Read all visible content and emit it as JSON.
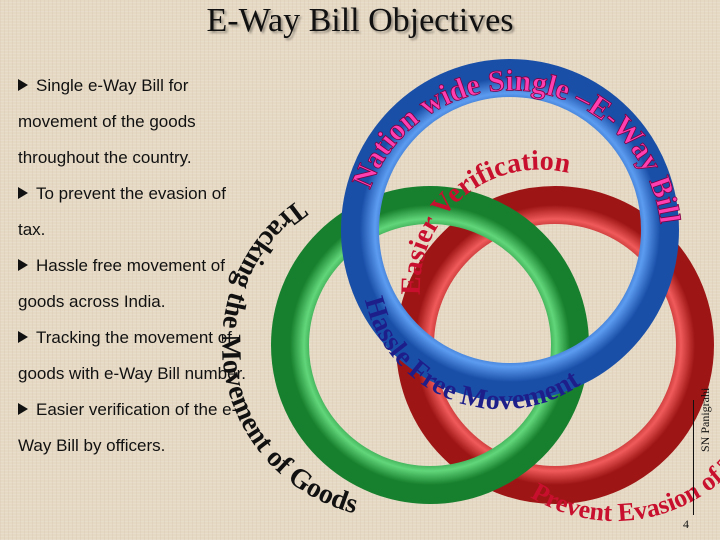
{
  "slide": {
    "title": "E-Way Bill Objectives",
    "page_number": "4",
    "credit": "SN Panigrahi"
  },
  "bullets": [
    [
      "Single e-Way Bill for",
      "movement of the goods",
      "throughout the country."
    ],
    [
      "To prevent the evasion of",
      "tax."
    ],
    [
      "Hassle free movement of",
      "goods across India."
    ],
    [
      "Tracking the movement of",
      "goods with e-Way Bill number."
    ],
    [
      "Easier verification of the e-",
      "Way Bill by officers."
    ]
  ],
  "rings": {
    "blue": {
      "color": "#2b6fd6",
      "label": "Nation wide Single –E-Way Bill"
    },
    "green": {
      "color": "#2fb34a",
      "label": "Tracking the Movement of Goods"
    },
    "red": {
      "color": "#d92b2b",
      "label": "Prevent Evasion of Tax"
    },
    "inner_green": "Easier Verification",
    "inner_blue": "Hassle Free Movement"
  },
  "colors": {
    "arc_text_top": "#ff3fb0",
    "arc_text_dark": "#c8102e",
    "bullet_arrow": "#111111"
  }
}
